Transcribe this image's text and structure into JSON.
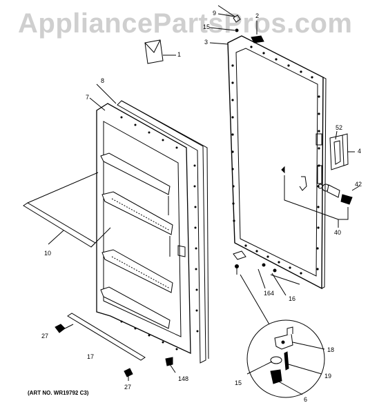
{
  "watermark": "AppliancePartsPros.com",
  "art_number": "(ART NO. WR19792 C3)",
  "callouts": {
    "c1": "1",
    "c2": "2",
    "c3": "3",
    "c4": "4",
    "c6": "6",
    "c7": "7",
    "c8": "8",
    "c9": "9",
    "c10": "10",
    "c15a": "15",
    "c15b": "15",
    "c16": "16",
    "c17": "17",
    "c18": "18",
    "c19": "19",
    "c27a": "27",
    "c27b": "27",
    "c40": "40",
    "c42": "42",
    "c52": "52",
    "c148": "148",
    "c164": "164"
  },
  "colors": {
    "line": "#000000",
    "watermark": "#cfcfcf",
    "background": "#ffffff"
  }
}
